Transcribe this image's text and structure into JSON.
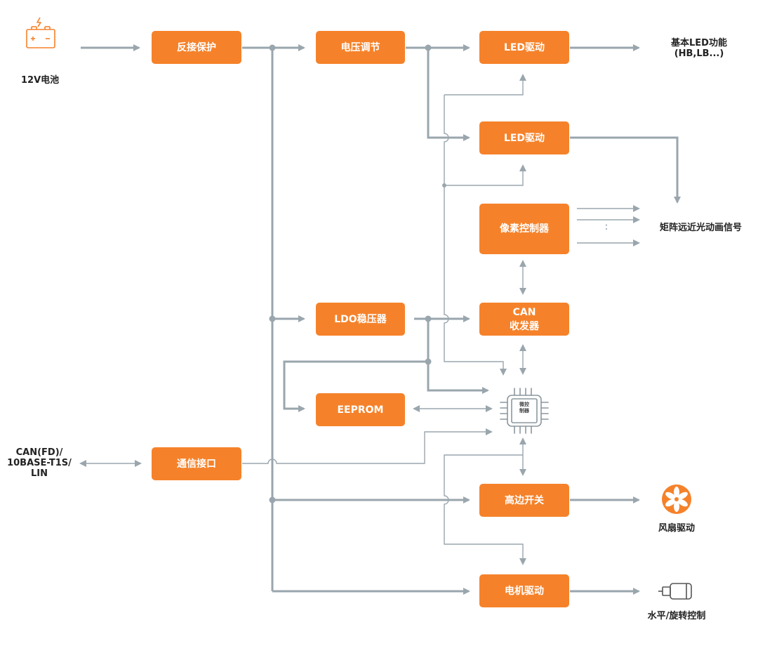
{
  "colors": {
    "block": "#f5822a",
    "line": "#9aa6ad",
    "text": "#222222"
  },
  "blocks": {
    "reverse_protection": "反接保护",
    "voltage_regulator": "电压调节",
    "led_driver_1": "LED驱动",
    "led_driver_2": "LED驱动",
    "pixel_controller": "像素控制器",
    "can_transceiver_line1": "CAN",
    "can_transceiver_line2": "收发器",
    "ldo_regulator": "LDO稳压器",
    "eeprom": "EEPROM",
    "comm_interface": "通信接口",
    "high_side_switch": "高边开关",
    "motor_driver": "电机驱动"
  },
  "mcu": {
    "line1": "微控",
    "line2": "制器",
    "icon": "microcontroller-chip-icon"
  },
  "labels": {
    "battery": "12V电池",
    "basic_led_line1": "基本LED功能",
    "basic_led_line2": "(HB,LB...)",
    "matrix_beam": "矩阵远近光动画信号",
    "bus_line1": "CAN(FD)/",
    "bus_line2": "10BASE-T1S/",
    "bus_line3": "LIN",
    "fan_driver": "风扇驱动",
    "horizontal_rotation": "水平/旋转控制"
  },
  "icons": {
    "battery": "battery-icon",
    "fan": "fan-icon",
    "motor": "motor-icon"
  },
  "continuation_mark": ":"
}
